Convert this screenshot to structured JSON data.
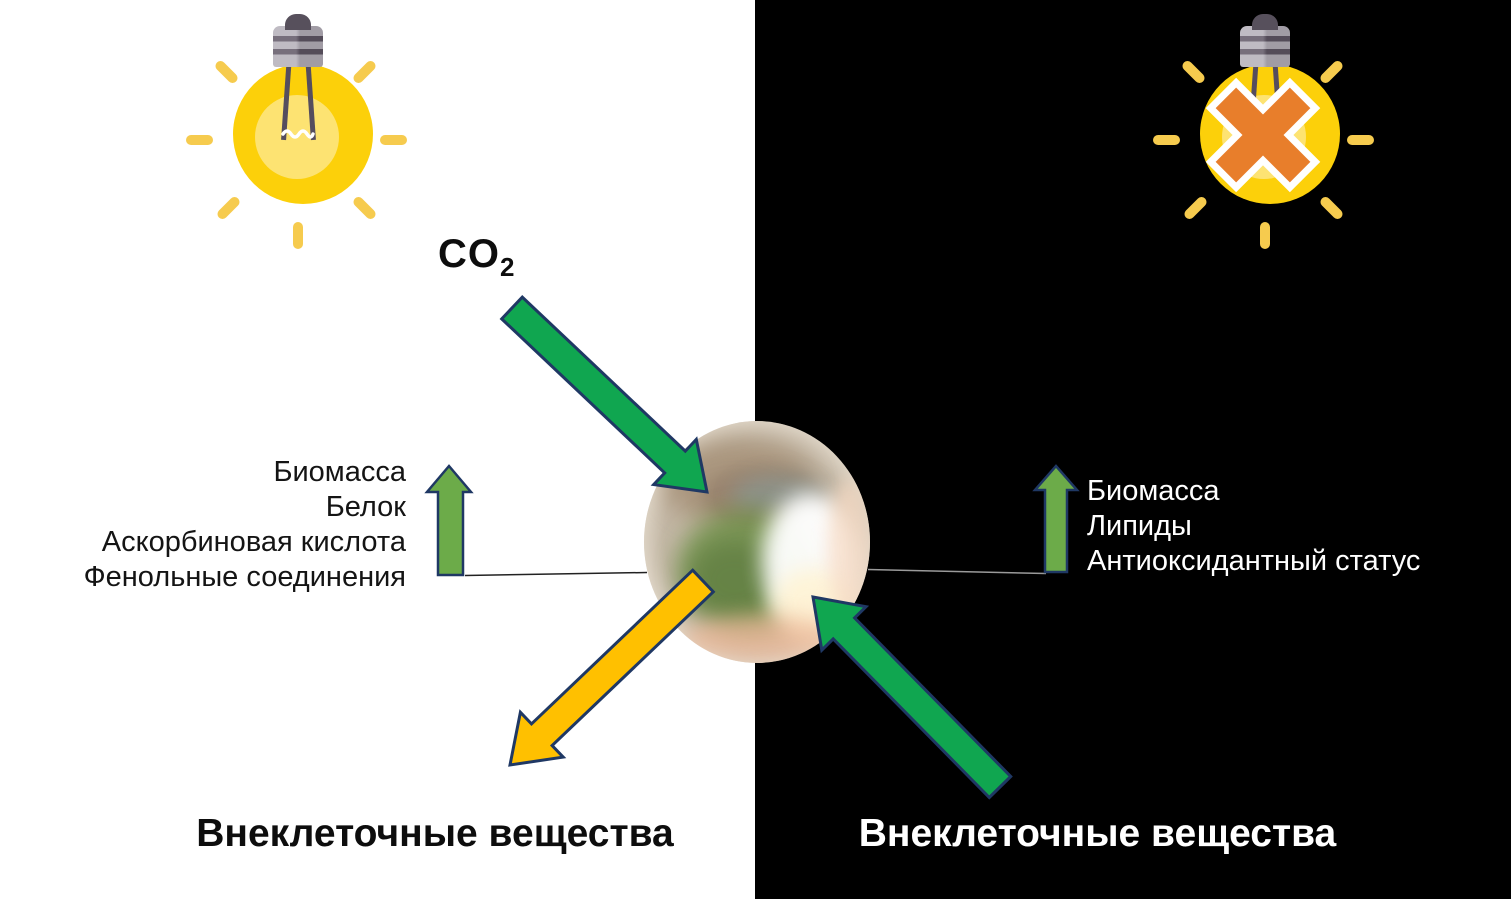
{
  "left_panel": {
    "icon": "lightbulb-on",
    "co2_base": "CO",
    "co2_subscript": "2",
    "increased_items": [
      "Биомасса",
      "Белок",
      "Аскорбиновая кислота",
      "Фенольные соединения"
    ],
    "extracellular_label": "Внеклеточные вещества"
  },
  "right_panel": {
    "icon": "lightbulb-crossed-out",
    "increased_items": [
      "Биомасса",
      "Липиды",
      "Антиоксидантный статус"
    ],
    "extracellular_label": "Внеклеточные вещества"
  },
  "center": {
    "image": "microalgae-cell-sphere"
  },
  "colors": {
    "light_bg": "#FFFFFF",
    "dark_bg": "#000000",
    "big_arrow_green": "#10A650",
    "big_arrow_yellow": "#FFC000",
    "small_arrow_green": "#6CAB49",
    "arrow_outline_navy": "#1F3864",
    "bulb_yellow": "#FCD00A",
    "bulb_inner_yellow": "#FDE372",
    "ray_yellow": "#F6CB4E",
    "cross_orange": "#E87E2B",
    "cross_border_white": "#FFFFFF",
    "connector_dark_line": "#222222",
    "connector_light_line": "#9A9A9A"
  }
}
